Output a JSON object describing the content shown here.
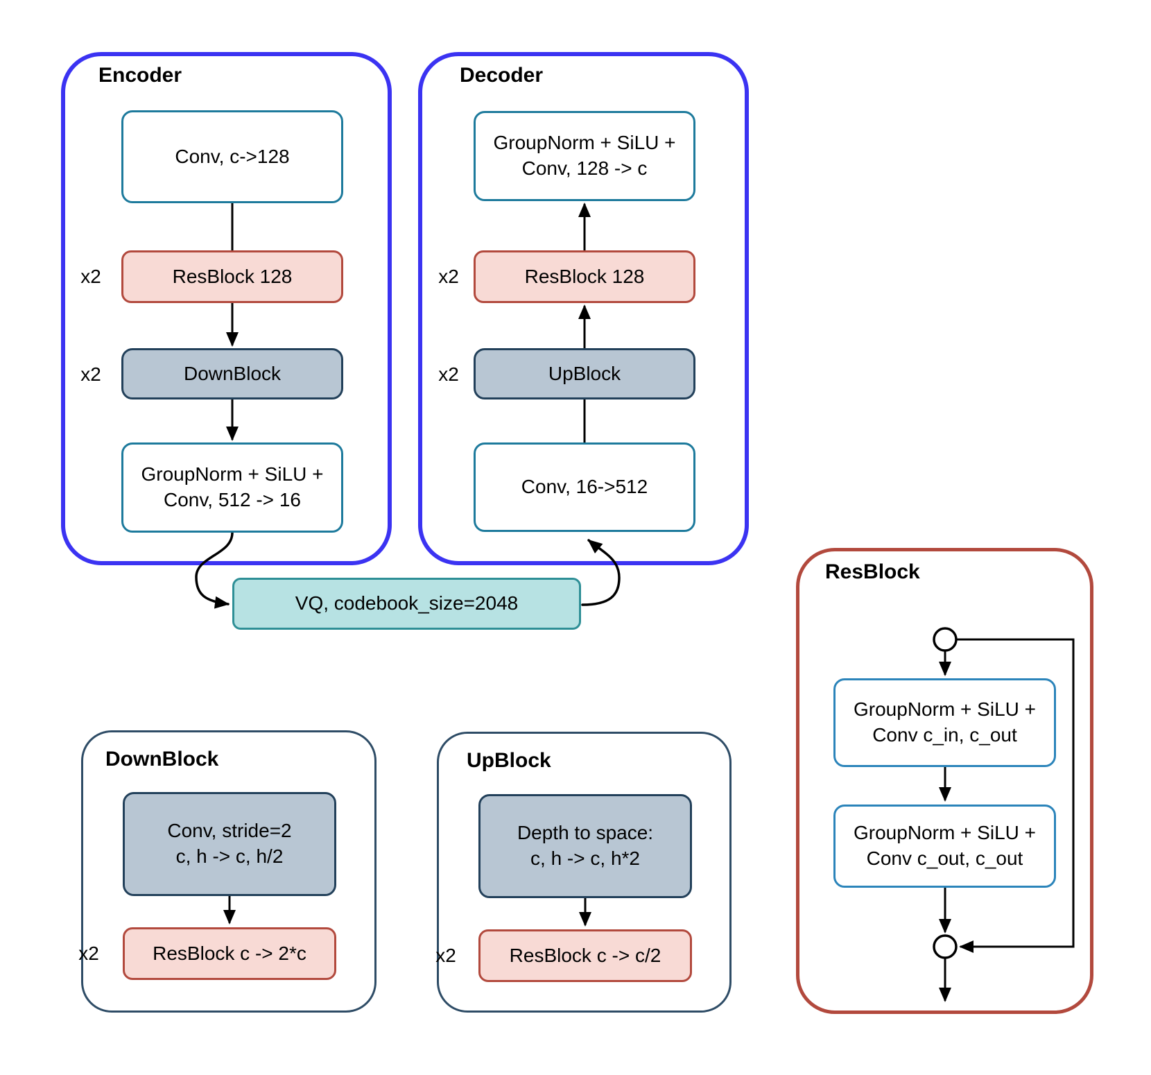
{
  "colors": {
    "panel_outline_blue": "#3b33f2",
    "brick_red": "#b2493d",
    "pink_fill": "#f8dad5",
    "slate_fill": "#b8c6d3",
    "slate_border": "#22405a",
    "teal_border": "#1d7a9c",
    "inner_blue_border": "#2b84ba",
    "vq_fill": "#b7e2e3",
    "vq_border": "#2e8f96",
    "navy_outline": "#2e4c66",
    "text": "#000000"
  },
  "encoder": {
    "title": "Encoder",
    "conv_in": "Conv, c->128",
    "resblock": "ResBlock 128",
    "resblock_multiplier": "x2",
    "downblock": "DownBlock",
    "downblock_multiplier": "x2",
    "out_lines": [
      "GroupNorm + SiLU +",
      "Conv, 512 -> 16"
    ]
  },
  "decoder": {
    "title": "Decoder",
    "out_lines": [
      "GroupNorm + SiLU +",
      "Conv, 128 -> c"
    ],
    "resblock": "ResBlock 128",
    "resblock_multiplier": "x2",
    "upblock": "UpBlock",
    "upblock_multiplier": "x2",
    "conv_in": "Conv, 16->512"
  },
  "vq": {
    "label": "VQ, codebook_size=2048"
  },
  "downblock": {
    "title": "DownBlock",
    "conv_lines": [
      "Conv, stride=2",
      "c, h -> c, h/2"
    ],
    "resblock": "ResBlock c -> 2*c",
    "resblock_multiplier": "x2"
  },
  "upblock": {
    "title": "UpBlock",
    "depth_to_space_lines": [
      "Depth to space:",
      "c, h -> c, h*2"
    ],
    "resblock": "ResBlock c -> c/2",
    "resblock_multiplier": "x2"
  },
  "resblock": {
    "title": "ResBlock",
    "conv1_lines": [
      "GroupNorm + SiLU +",
      "Conv c_in, c_out"
    ],
    "conv2_lines": [
      "GroupNorm + SiLU +",
      "Conv c_out, c_out"
    ]
  }
}
